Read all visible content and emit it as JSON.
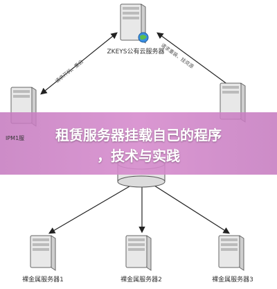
{
  "top_server": {
    "label": "ZKEYS公有云服务器"
  },
  "side_servers": [
    {
      "label": "IPM1服"
    },
    {
      "label": ""
    }
  ],
  "center_storage": {
    "label": ""
  },
  "bottom_servers": [
    {
      "label": "裸金属服务器1"
    },
    {
      "label": "裸金属服务器2"
    },
    {
      "label": "裸金属服务器3"
    }
  ],
  "arrows": {
    "left_text": "请求开机、重启",
    "right_text": "请求重装、挂资源"
  },
  "overlay": {
    "title_line1": "租赁服务器挂载自己的程序",
    "title_line2": "，技术与实践"
  }
}
